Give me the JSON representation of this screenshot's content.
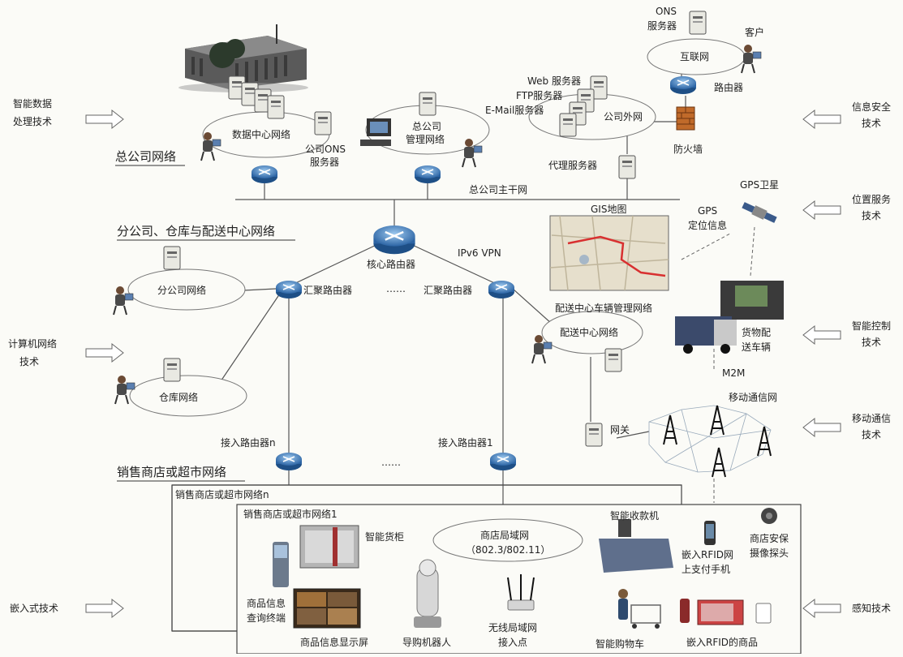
{
  "sections": {
    "hq": "总公司网络",
    "branch": "分公司、仓库与配送中心网络",
    "store": "销售商店或超市网络"
  },
  "side_labels": {
    "left": [
      {
        "line1": "智能数据",
        "line2": "处理技术"
      },
      {
        "line1": "计算机网络",
        "line2": "技术"
      },
      {
        "line1": "嵌入式技术",
        "line2": ""
      }
    ],
    "right": [
      {
        "line1": "信息安全",
        "line2": "技术"
      },
      {
        "line1": "位置服务",
        "line2": "技术"
      },
      {
        "line1": "智能控制",
        "line2": "技术"
      },
      {
        "line1": "移动通信",
        "line2": "技术"
      },
      {
        "line1": "感知技术",
        "line2": ""
      }
    ]
  },
  "hq": {
    "datacenter": "数据中心网络",
    "ons_server_1": "公司ONS",
    "ons_server_2": "服务器",
    "mgmt_1": "总公司",
    "mgmt_2": "管理网络",
    "extranet": "公司外网",
    "web_server": "Web 服务器",
    "ftp_server": "FTP服务器",
    "email_server": "E-Mail服务器",
    "proxy": "代理服务器",
    "firewall": "防火墙",
    "internet": "互联网",
    "router": "路由器",
    "client": "客户",
    "ons_top_1": "ONS",
    "ons_top_2": "服务器",
    "backbone": "总公司主干网"
  },
  "branch": {
    "gis": "GIS地图",
    "core_router": "核心路由器",
    "ipv6": "IPv6  VPN",
    "agg_router_left": "汇聚路由器",
    "agg_router_right": "汇聚路由器",
    "ellipsis": "……",
    "branch_net": "分公司网络",
    "warehouse": "仓库网络",
    "distribution": "配送中心网络",
    "vehicle_mgmt": "配送中心车辆管理网络",
    "gps_sat": "GPS卫星",
    "gps_info_1": "GPS",
    "gps_info_2": "定位信息",
    "truck_1": "货物配",
    "truck_2": "送车辆",
    "m2m": "M2M",
    "mobile_net": "移动通信网",
    "gateway": "网关",
    "access_n": "接入路由器n",
    "access_1": "接入路由器1",
    "dots": "……"
  },
  "store": {
    "net_n": "销售商店或超市网络n",
    "net_1": "销售商店或超市网络1",
    "lan_1": "商店局域网",
    "lan_2": "（802.3/802.11）",
    "shelf": "智能货柜",
    "checkout": "智能收款机",
    "phone_1": "嵌入RFID网",
    "phone_2": "上支付手机",
    "camera_1": "商店安保",
    "camera_2": "摄像探头",
    "kiosk_1": "商品信息",
    "kiosk_2": "查询终端",
    "display": "商品信息显示屏",
    "robot": "导购机器人",
    "ap_1": "无线局域网",
    "ap_2": "接入点",
    "cart": "智能购物车",
    "rfid_goods": "嵌入RFID的商品"
  },
  "colors": {
    "router": "#3c78b8",
    "line": "#555555",
    "map_route": "#d83030",
    "building": "#555555"
  }
}
